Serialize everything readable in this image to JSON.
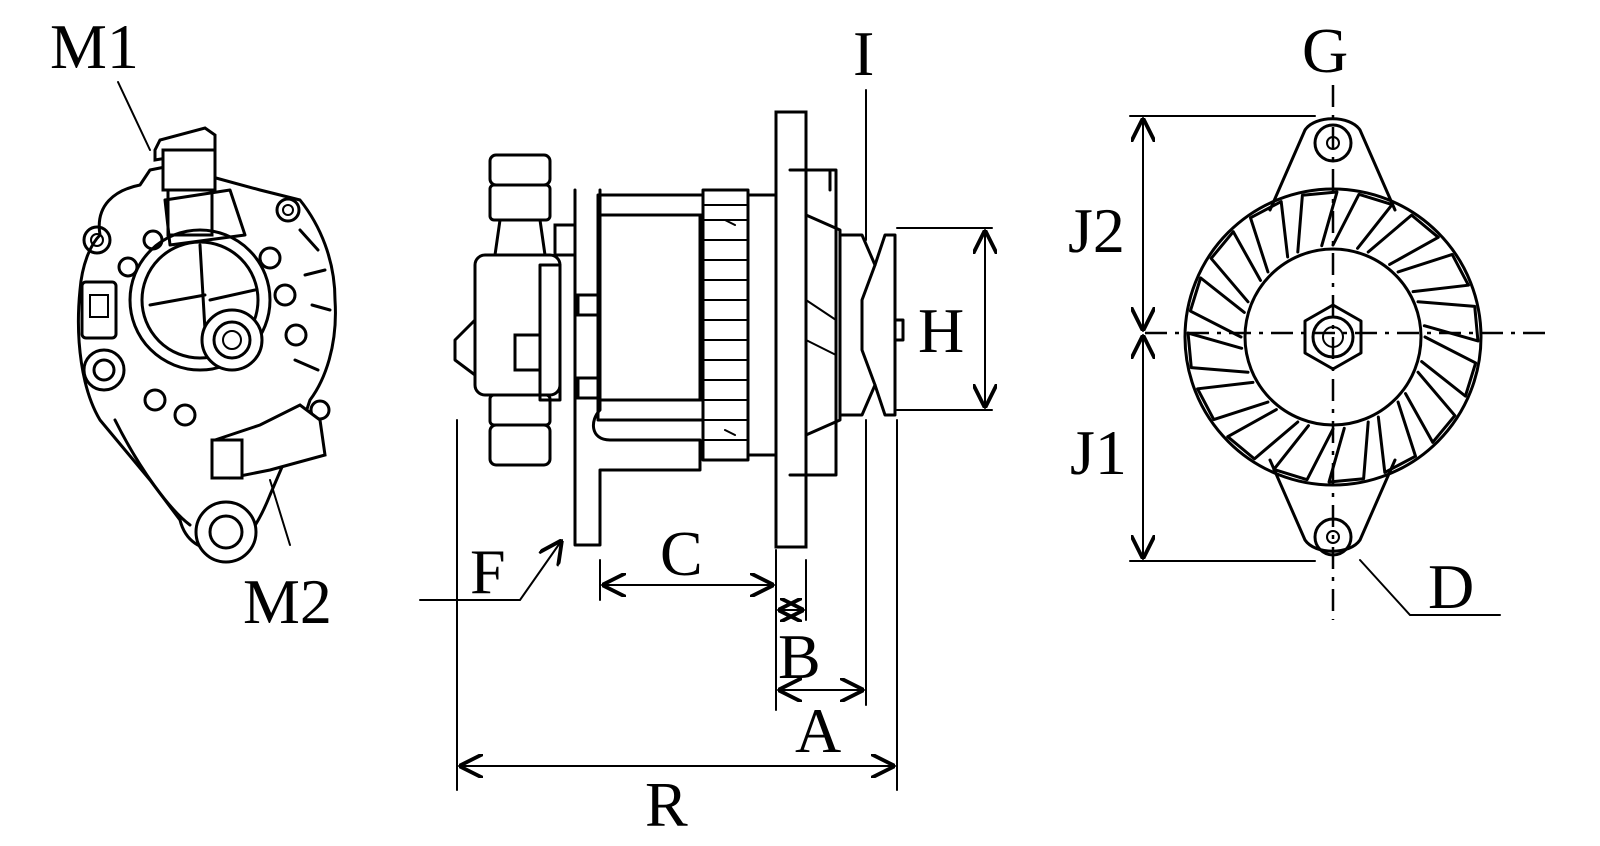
{
  "labels": {
    "M1": "M1",
    "M2": "M2",
    "I": "I",
    "G": "G",
    "J2": "J2",
    "J1": "J1",
    "H": "H",
    "F": "F",
    "C": "C",
    "B": "B",
    "A": "A",
    "R": "R",
    "D": "D"
  }
}
